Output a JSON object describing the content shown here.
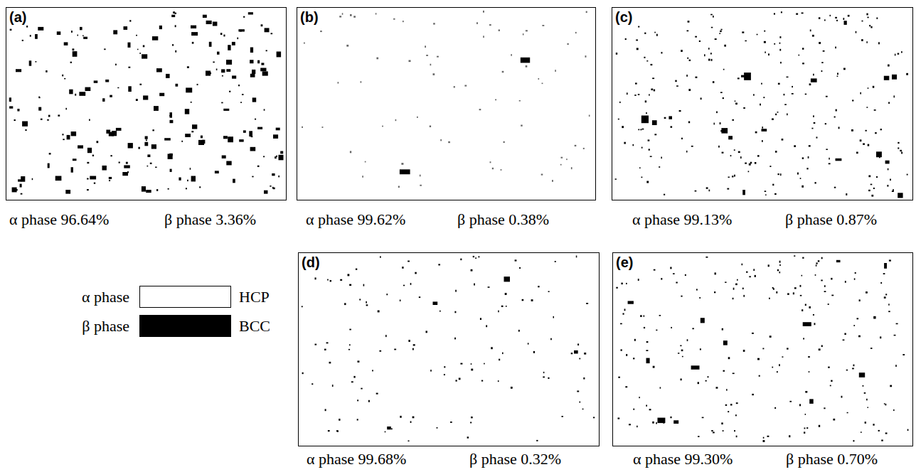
{
  "diagram": {
    "nodes": [
      {
        "text": [
          "(a)",
          "α phase 96.64%",
          "β phase 3.36%"
        ]
      },
      {
        "text": [
          "(b)",
          "α phase 99.62%",
          "β phase 0.38%"
        ]
      },
      {
        "text": [
          "(c)",
          "α phase 99.13%",
          "β phase 0.87%"
        ]
      },
      {
        "text": [
          "(d)",
          "α phase 99.68%",
          "β phase 0.32%"
        ]
      },
      {
        "text": [
          "(e)",
          "α phase 99.30%",
          "β phase 0.70%"
        ]
      }
    ],
    "labels": [
      "HCP",
      "BCC"
    ],
    "legend": [
      {
        "text": "α phase",
        "color": "#ffffff"
      },
      {
        "text": "β phase",
        "color": "#000000"
      }
    ]
  }
}
